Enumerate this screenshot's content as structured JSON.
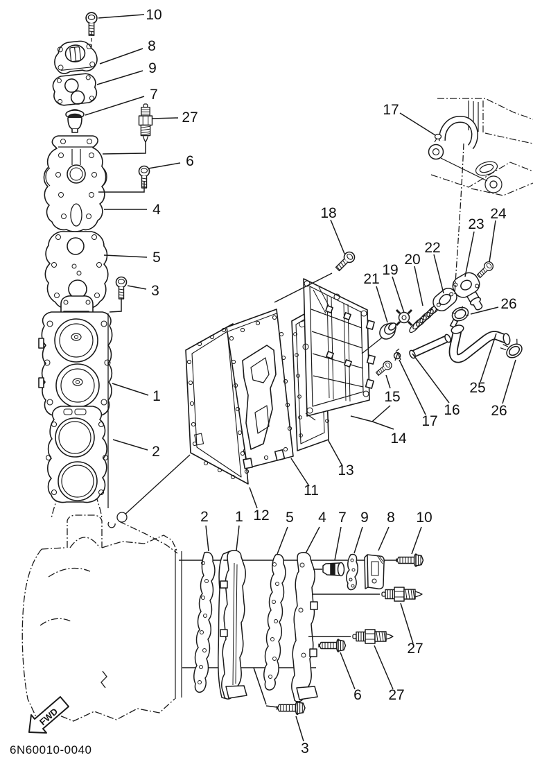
{
  "figure": {
    "part_code": "6N60010-0040",
    "fwd_label": "FWD",
    "ink_color": "#1a1a1a",
    "background_color": "#ffffff"
  },
  "callouts": {
    "top": {
      "bolt10": "10",
      "cover8": "8",
      "gasket9": "9",
      "thermo7": "7",
      "plug27": "27",
      "bolt6": "6",
      "cover4": "4",
      "gasket5": "5",
      "bolt3": "3",
      "head1": "1",
      "gasket2": "2"
    },
    "middle": {
      "gasket12": "12",
      "inner_cover11": "11",
      "gasket13": "13",
      "outer_cover14": "14",
      "bolt15": "15",
      "bolt18": "18"
    },
    "right": {
      "clip17_top": "17",
      "seat21": "21",
      "valve19": "19",
      "spring20": "20",
      "gasket22": "22",
      "fitting23": "23",
      "bolt24": "24",
      "clamp26_top": "26",
      "hose25": "25",
      "clamp26_bottom": "26",
      "pipe16": "16",
      "clip17_bottom": "17"
    },
    "bottom": {
      "gasket2": "2",
      "head1": "1",
      "gasket5": "5",
      "cover4": "4",
      "thermo7": "7",
      "gasket9": "9",
      "cover8": "8",
      "bolt10": "10",
      "plug27_upper": "27",
      "plug27_lower": "27",
      "bolt6": "6",
      "bolt3": "3"
    }
  }
}
